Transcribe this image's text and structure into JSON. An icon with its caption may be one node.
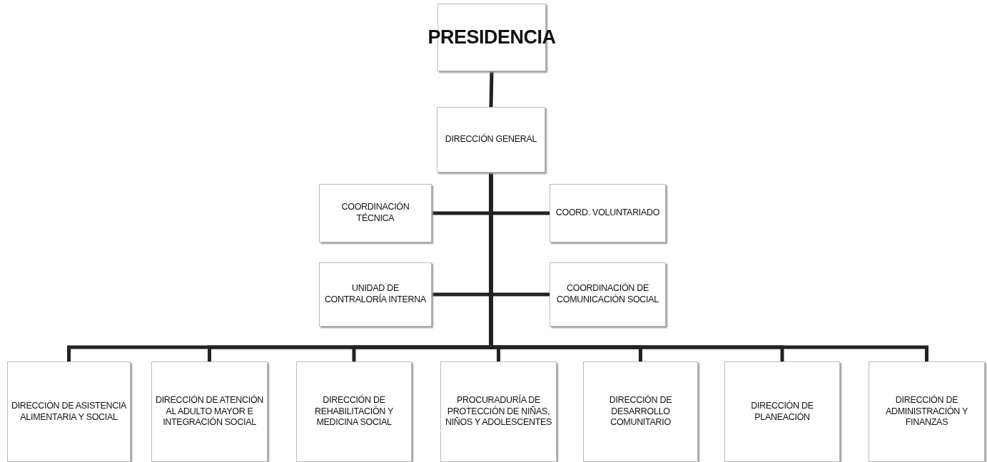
{
  "diagram": {
    "nodes": [
      {
        "text": [
          "PRESIDENCIA"
        ]
      },
      {
        "text": [
          "DIRECCIÓN GENERAL"
        ]
      },
      {
        "text": [
          "COORDINACIÓN TÉCNICA"
        ]
      },
      {
        "text": [
          "COORD. VOLUNTARIADO"
        ]
      },
      {
        "text": [
          "UNIDAD DE CONTRALORÍA INTERNA"
        ]
      },
      {
        "text": [
          "COORDINACIÓN DE COMUNICACIÓN SOCIAL"
        ]
      },
      {
        "text": [
          "DIRECCIÓN DE ASISTENCIA ALIMENTARIA Y SOCIAL"
        ]
      },
      {
        "text": [
          "DIRECCIÓN DE ATENCIÓN AL ADULTO MAYOR E INTEGRACIÓN SOCIAL"
        ]
      },
      {
        "text": [
          "DIRECCIÓN DE REHABILITACIÓN Y MEDICINA SOCIAL"
        ]
      },
      {
        "text": [
          "PROCURADURÍA DE PROTECCIÓN DE NIÑAS, NIÑOS Y ADOLESCENTES"
        ]
      },
      {
        "text": [
          "DIRECCIÓN DE DESARROLLO COMUNITARIO"
        ]
      },
      {
        "text": [
          "DIRECCIÓN DE PLANEACIÓN"
        ]
      },
      {
        "text": [
          "DIRECCIÓN DE ADMINISTRACIÓN Y FINANZAS"
        ]
      }
    ],
    "edges": [
      {
        "from": 0,
        "to": 1,
        "arrow": "none"
      },
      {
        "from": 1,
        "to": 2,
        "arrow": "none"
      },
      {
        "from": 1,
        "to": 3,
        "arrow": "none"
      },
      {
        "from": 1,
        "to": 4,
        "arrow": "none"
      },
      {
        "from": 1,
        "to": 5,
        "arrow": "none"
      },
      {
        "from": 1,
        "to": 6,
        "arrow": "none"
      },
      {
        "from": 1,
        "to": 7,
        "arrow": "none"
      },
      {
        "from": 1,
        "to": 8,
        "arrow": "none"
      },
      {
        "from": 1,
        "to": 9,
        "arrow": "none"
      },
      {
        "from": 1,
        "to": 10,
        "arrow": "none"
      },
      {
        "from": 1,
        "to": 11,
        "arrow": "none"
      },
      {
        "from": 1,
        "to": 12,
        "arrow": "none"
      }
    ]
  }
}
